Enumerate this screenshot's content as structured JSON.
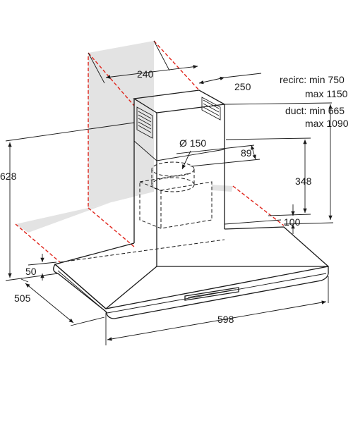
{
  "dimensions": {
    "width_top": "240",
    "depth_top": "250",
    "diameter": "Ø 150",
    "offset": "89",
    "height_total": "628",
    "height_inner": "348",
    "gap": "100",
    "thickness": "50",
    "depth": "505",
    "width": "598"
  },
  "notes": {
    "recirc": "recirc: min 750",
    "recirc_max": "max 1150",
    "duct": "duct: min 665",
    "duct_max": "max 1090"
  },
  "colors": {
    "line": "#1a1a1a",
    "marker": "#e0241b",
    "wall": "#e3e3e3"
  }
}
